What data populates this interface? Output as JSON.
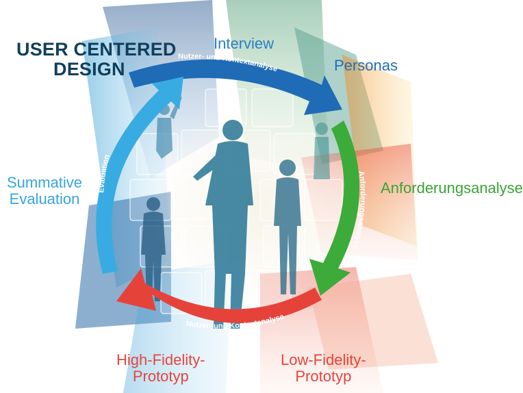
{
  "title": {
    "line1": "USER CENTERED",
    "line2": "DESIGN"
  },
  "stages": {
    "interview": "Interview",
    "personas": "Personas",
    "requirements": "Anforderungsanalyse",
    "summative_line1": "Summative",
    "summative_line2": "Evaluation",
    "hifi_line1": "High-Fidelity-",
    "hifi_line2": "Prototyp",
    "lofi_line1": "Low-Fidelity-",
    "lofi_line2": "Prototyp"
  },
  "cycle": {
    "top_arc": "Nutzer- und Kontextanalyse",
    "right_arc": "Anforderungsanalyse",
    "bottom_arc": "Nutzer- und Kontextanalyse",
    "left_arc": "Evaluation"
  },
  "colors": {
    "top": "#1f6bb5",
    "right": "#3cab3a",
    "bottom": "#e5433a",
    "left": "#38ace2",
    "title": "#103f5c"
  }
}
